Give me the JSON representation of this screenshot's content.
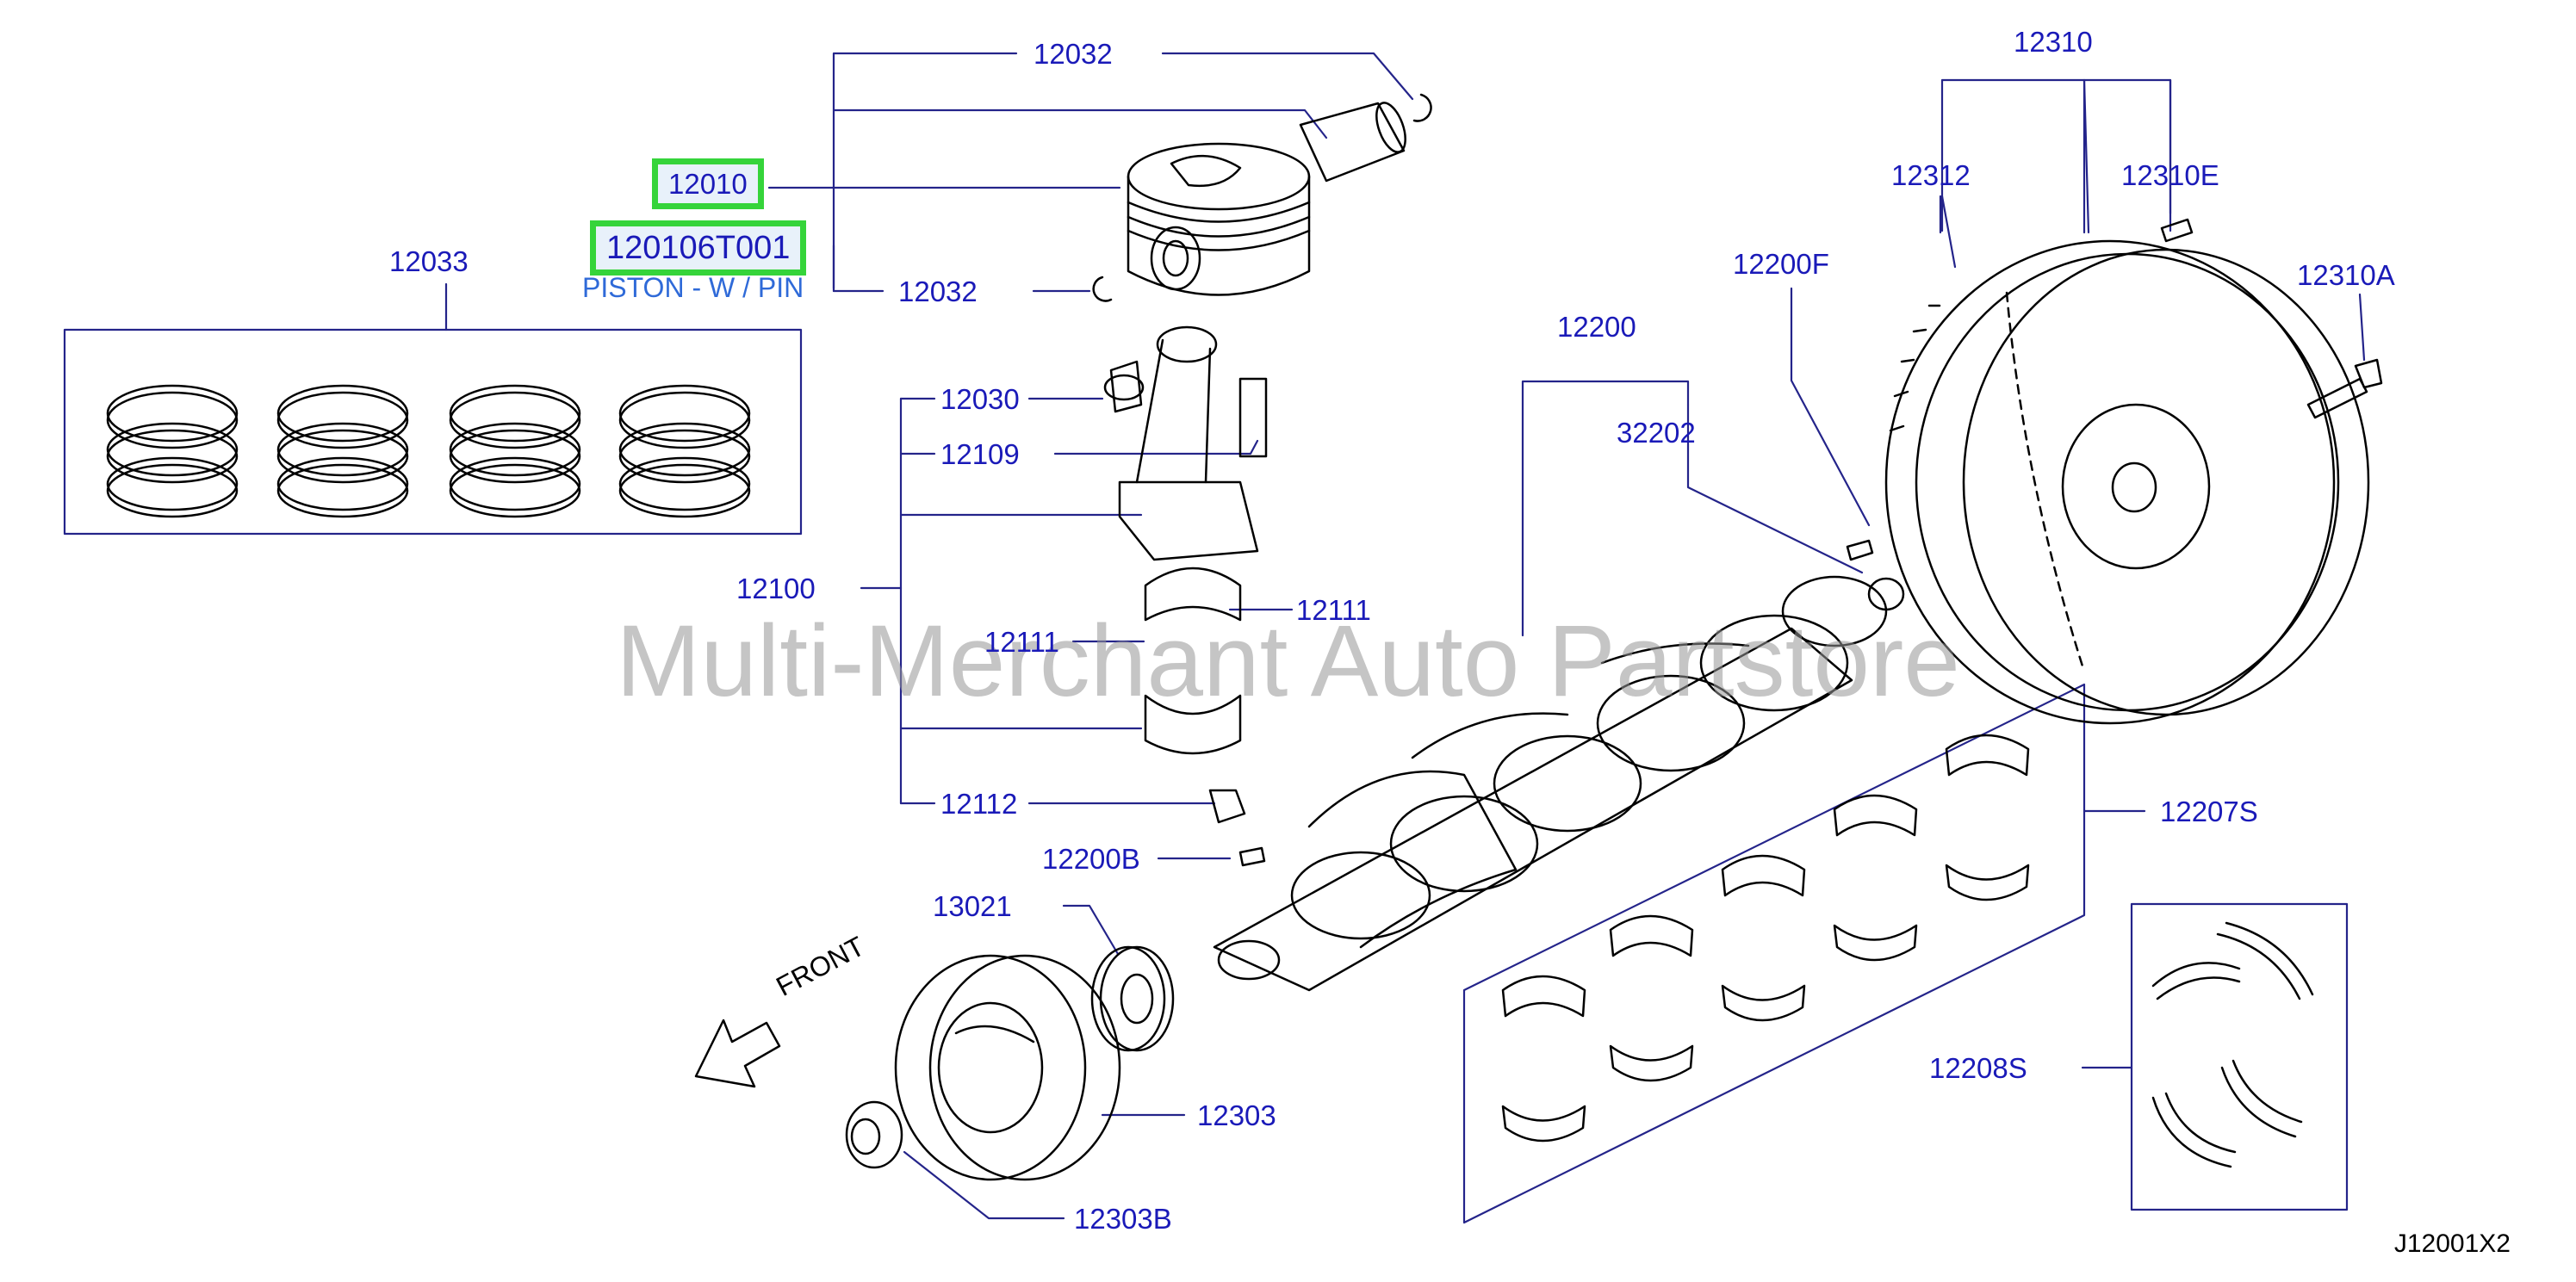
{
  "diagram": {
    "watermark": "Multi-Merchant Auto Partstore",
    "diagram_code": "J12001X2",
    "front_label": "FRONT",
    "highlighted_part": "12010",
    "highlighted_part_number": "120106T001",
    "highlighted_part_desc": "PISTON - W / PIN",
    "callouts": {
      "c12032a": "12032",
      "c12032b": "12032",
      "c12033": "12033",
      "c12030": "12030",
      "c12109": "12109",
      "c12100": "12100",
      "c12111a": "12111",
      "c12111b": "12111",
      "c12112": "12112",
      "c12200B": "12200B",
      "c13021": "13021",
      "c12303": "12303",
      "c12303B": "12303B",
      "c12200": "12200",
      "c32202": "32202",
      "c12200F": "12200F",
      "c12310": "12310",
      "c12312": "12312",
      "c12310E": "12310E",
      "c12310A": "12310A",
      "c12207S": "12207S",
      "c12208S": "12208S"
    }
  }
}
